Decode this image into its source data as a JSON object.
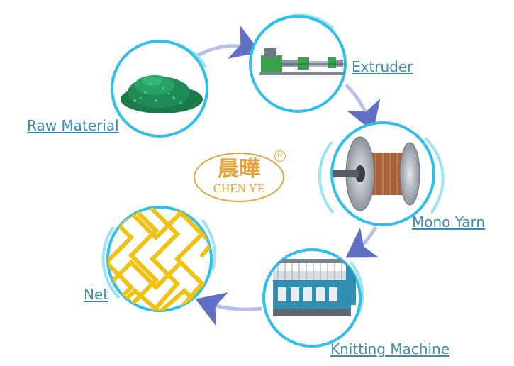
{
  "labels": {
    "raw_material": "Raw Material",
    "extruder": "Extruder",
    "mono_yarn": "Mono Yarn",
    "knitting_machine": "Knitting Machine",
    "net": "Net"
  },
  "logo": {
    "chinese": "晨曄",
    "english": "CHEN YE",
    "registered": "R"
  },
  "colors": {
    "circle_border": "#2fc0ea",
    "ring_accent": "#9ee2f7",
    "arrow": "#5f6fc4",
    "label": "#3f8bb0",
    "logo": "#e6a23c",
    "pellets": "#1f8a55",
    "net_rope": "#f2c212",
    "machine": "#2f8fb0"
  }
}
